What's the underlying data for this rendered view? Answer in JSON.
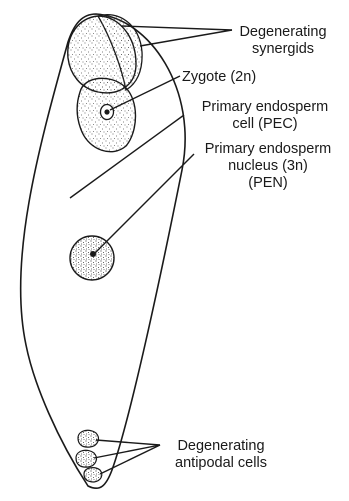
{
  "labels": {
    "synergids": [
      "Degenerating",
      "synergids"
    ],
    "zygote": "Zygote (2n)",
    "pec": [
      "Primary endosperm",
      "cell (PEC)"
    ],
    "pen": [
      "Primary endosperm",
      "nucleus (3n)",
      "(PEN)"
    ],
    "antipodal": [
      "Degenerating",
      "antipodal cells"
    ]
  },
  "colors": {
    "ink": "#1a1a1a",
    "stipple": "#555555",
    "corner_mark": "#e6e6e6"
  }
}
